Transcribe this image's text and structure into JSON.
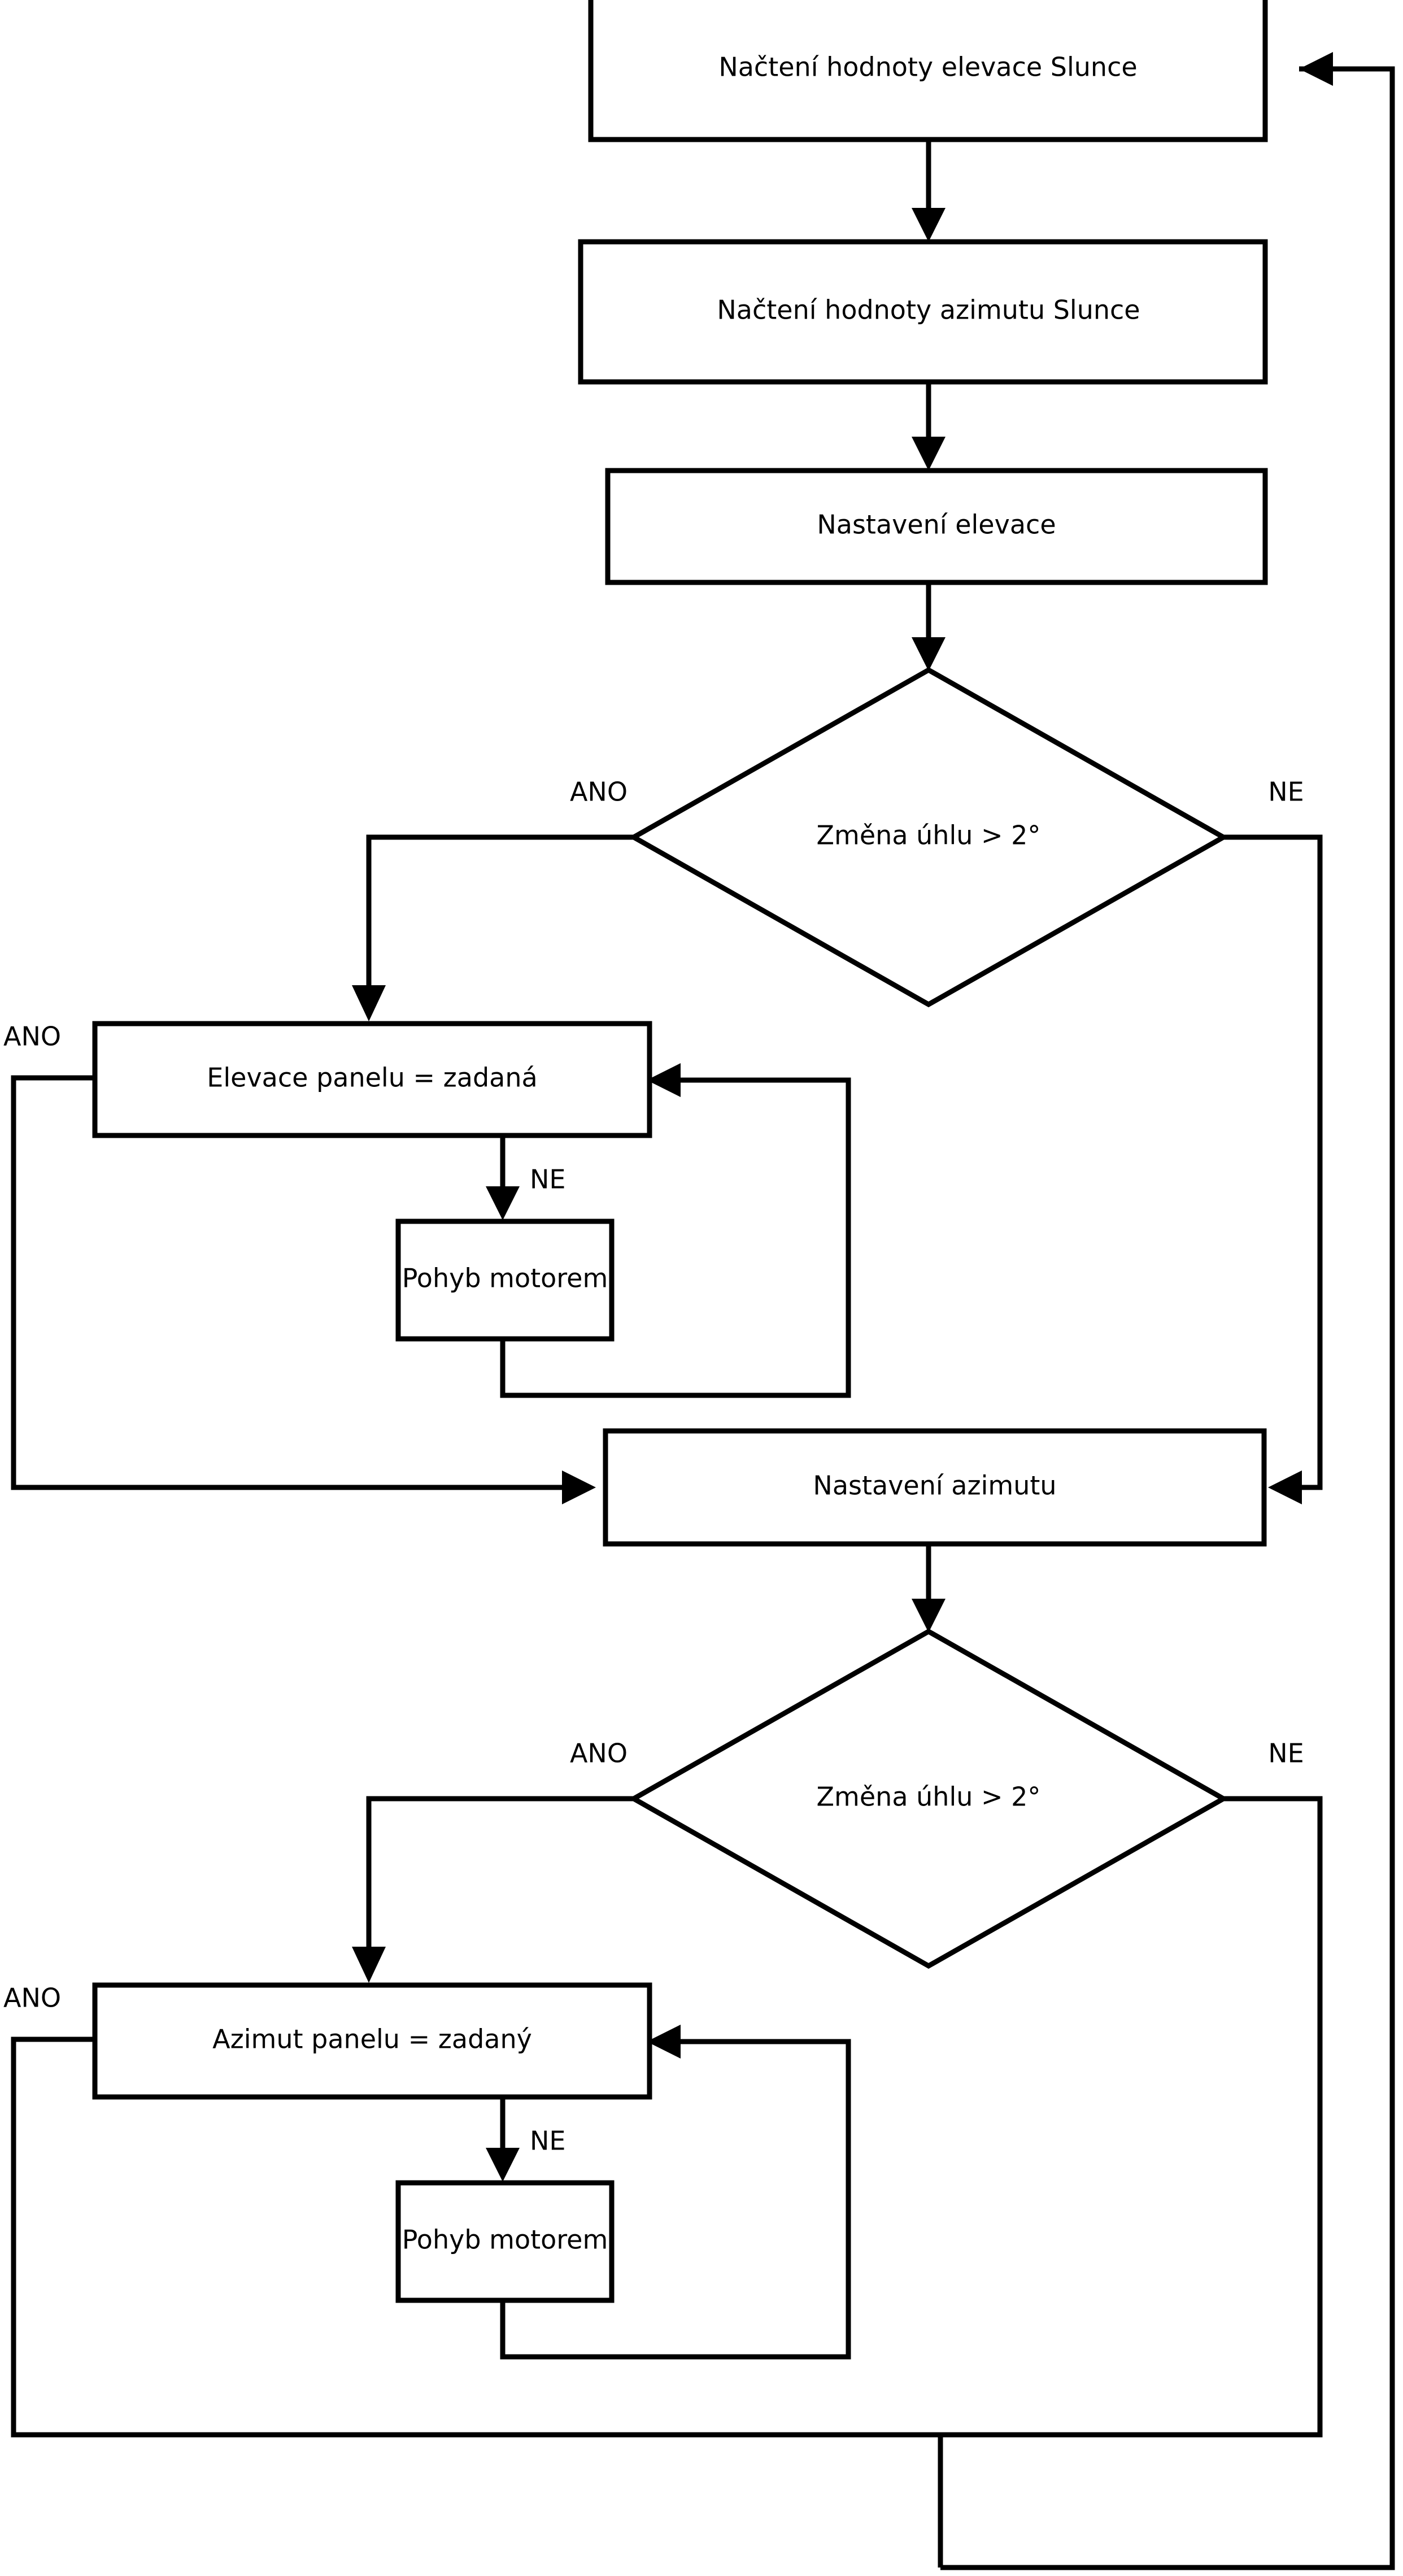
{
  "diagram": {
    "kind": "flowchart",
    "language": "cs",
    "background_color": "#ffffff",
    "line_color": "#000000",
    "text_color": "#000000",
    "nodes": [
      {
        "id": "read_elevation",
        "type": "process",
        "label": "Načtení hodnoty elevace Slunce"
      },
      {
        "id": "read_azimuth",
        "type": "process",
        "label": "Načtení hodnoty azimutu Slunce"
      },
      {
        "id": "set_elevation",
        "type": "process",
        "label": "Nastavení elevace"
      },
      {
        "id": "decide_elev",
        "type": "decision",
        "label": "Změna úhlu > 2°"
      },
      {
        "id": "panel_elev_eq",
        "type": "process",
        "label": "Elevace panelu = zadaná"
      },
      {
        "id": "motor_elev",
        "type": "process",
        "label": "Pohyb motorem"
      },
      {
        "id": "set_azimuth",
        "type": "process",
        "label": "Nastavení azimutu"
      },
      {
        "id": "decide_azim",
        "type": "decision",
        "label": "Změna úhlu > 2°"
      },
      {
        "id": "panel_azim_eq",
        "type": "process",
        "label": "Azimut panelu = zadaný"
      },
      {
        "id": "motor_azim",
        "type": "process",
        "label": "Pohyb motorem"
      }
    ],
    "edge_labels": {
      "decide_elev_yes": "ANO",
      "decide_elev_no": "NE",
      "panel_elev_yes": "ANO",
      "panel_elev_no": "NE",
      "decide_azim_yes": "ANO",
      "decide_azim_no": "NE",
      "panel_azim_yes": "ANO",
      "panel_azim_no": "NE"
    }
  }
}
